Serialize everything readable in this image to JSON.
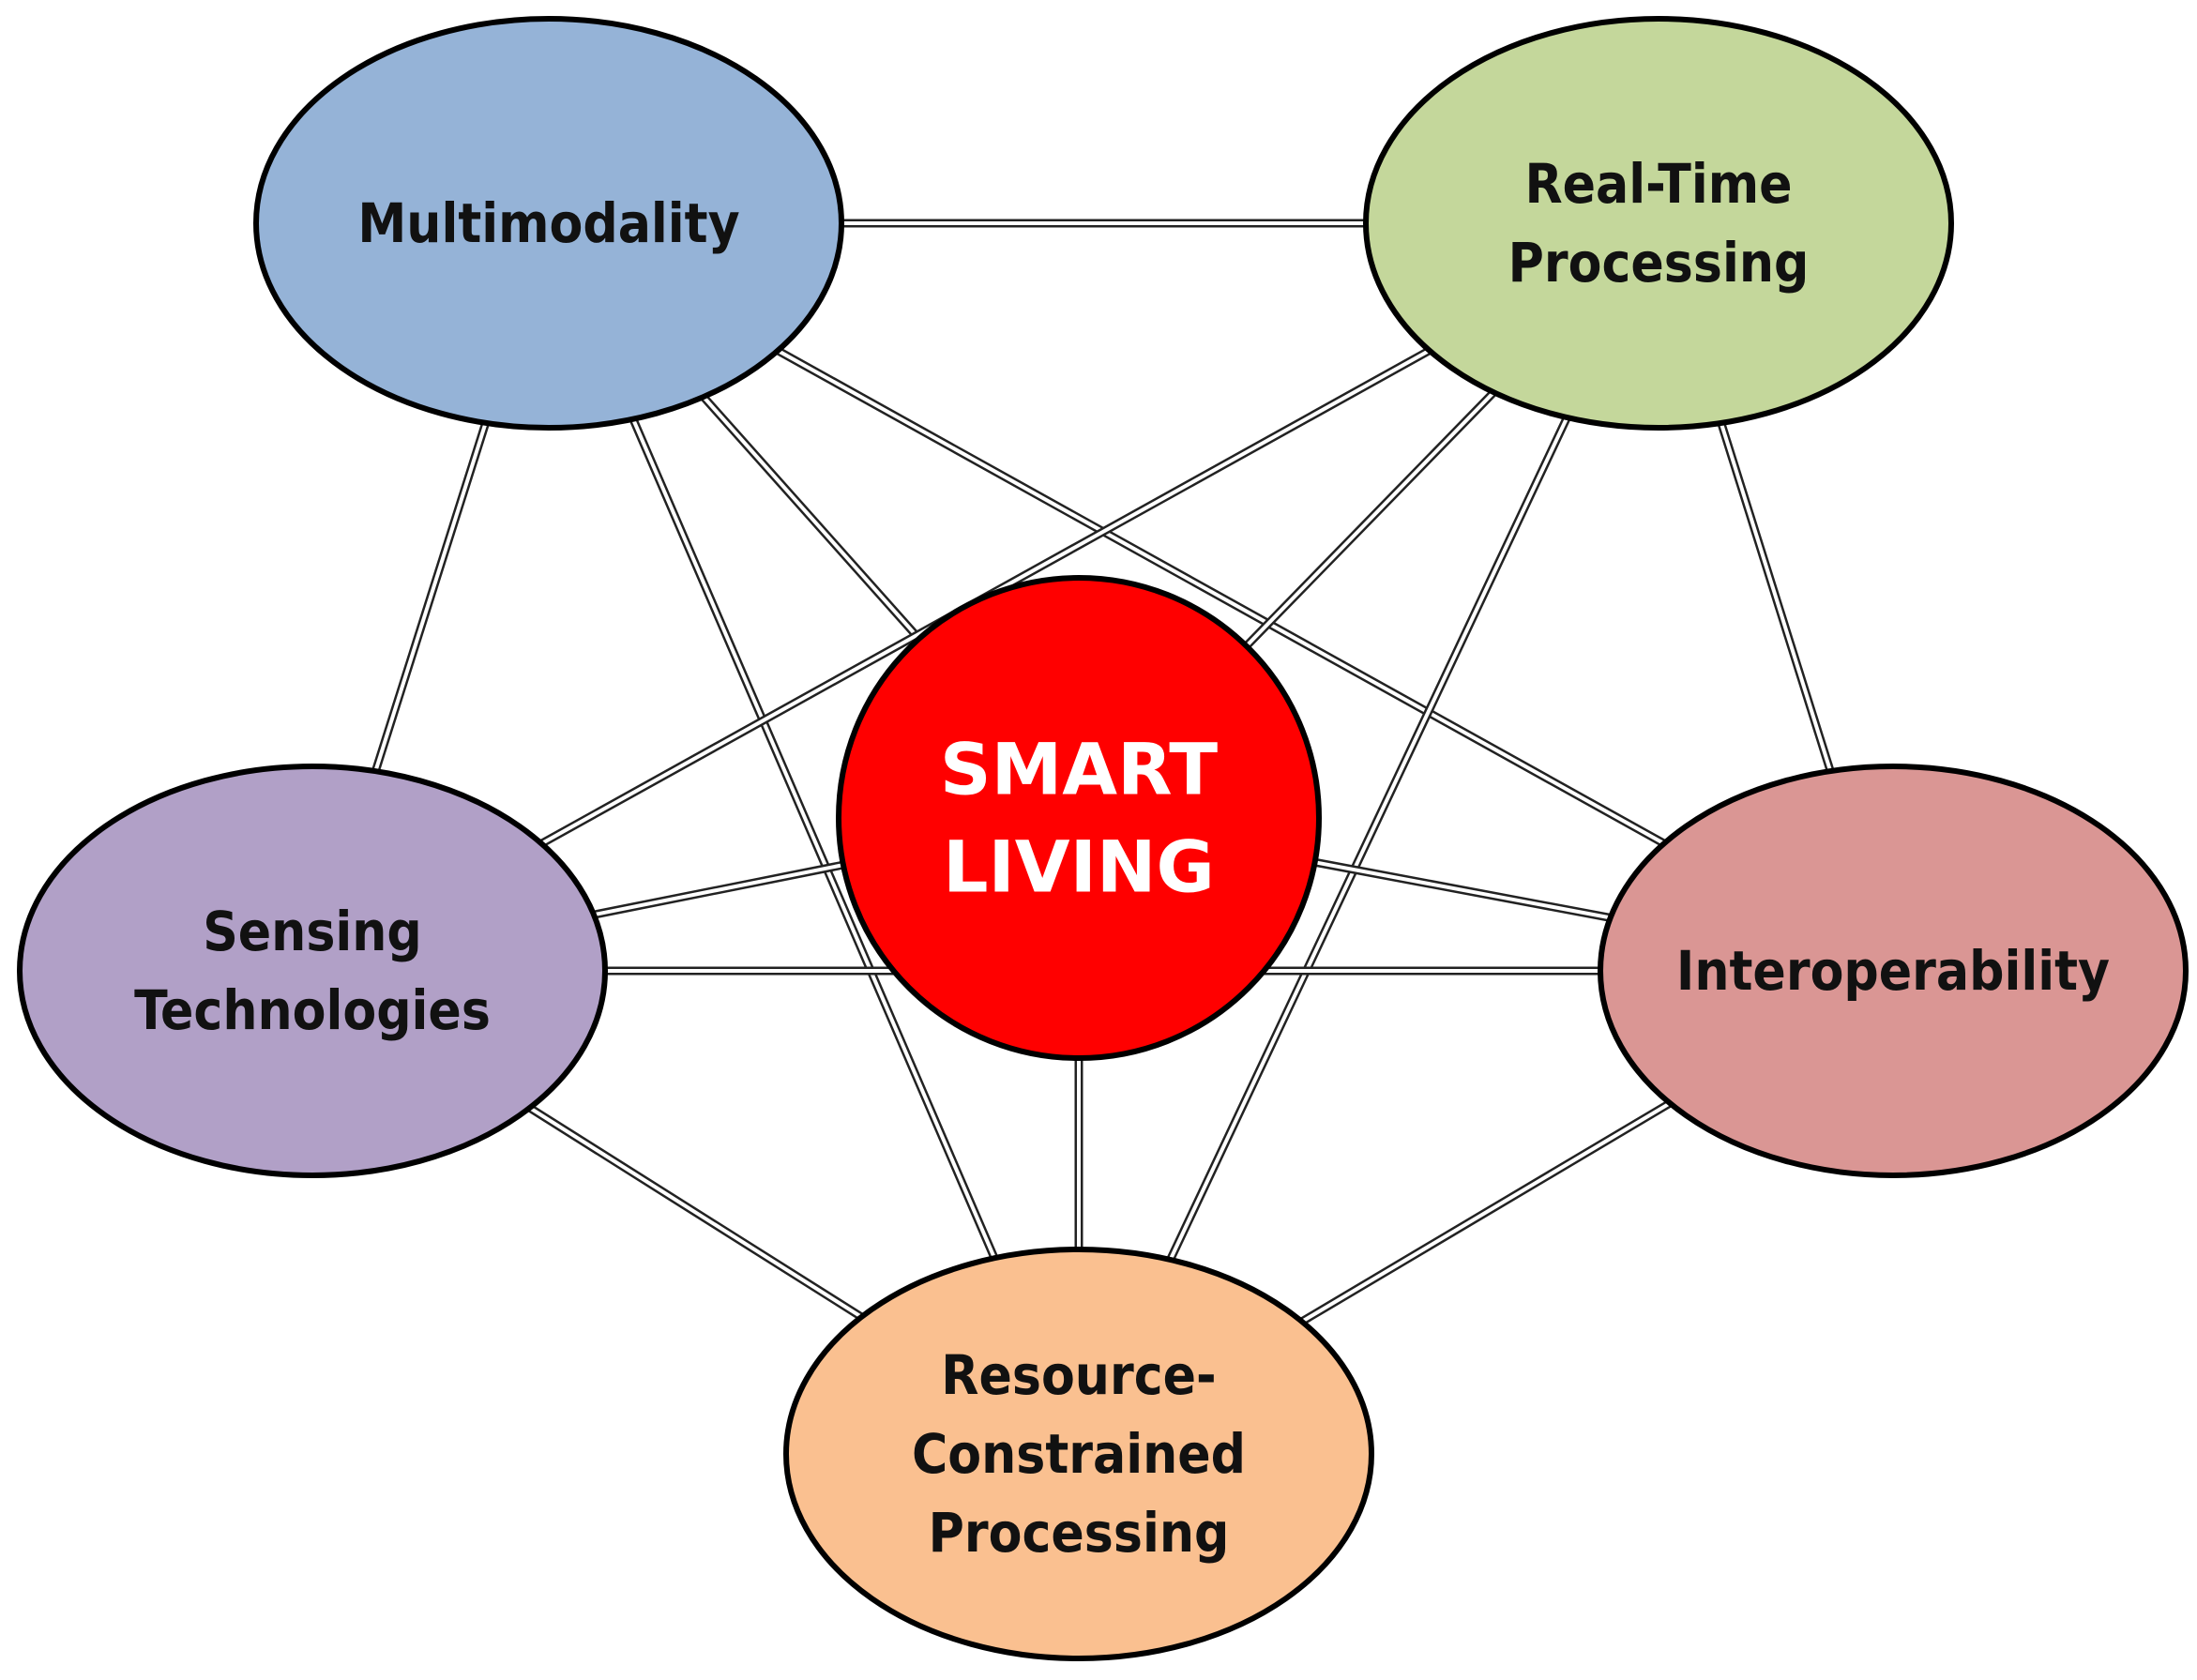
{
  "center": {
    "lines": [
      "SMART",
      "LIVING"
    ],
    "fill": "#ff0000",
    "text_color": "#ffffff"
  },
  "nodes": [
    {
      "id": "multimodality",
      "lines": [
        "Multimodality"
      ],
      "fill": "#95b3d7"
    },
    {
      "id": "real-time-processing",
      "lines": [
        "Real-Time",
        "Processing"
      ],
      "fill": "#c4d79b"
    },
    {
      "id": "sensing-technologies",
      "lines": [
        "Sensing",
        "Technologies"
      ],
      "fill": "#b1a0c7"
    },
    {
      "id": "interoperability",
      "lines": [
        "Interoperability"
      ],
      "fill": "#da9694"
    },
    {
      "id": "resource-constrained-processing",
      "lines": [
        "Resource-",
        "Constrained",
        "Processing"
      ],
      "fill": "#fac090"
    }
  ],
  "edge_color": "#222222"
}
